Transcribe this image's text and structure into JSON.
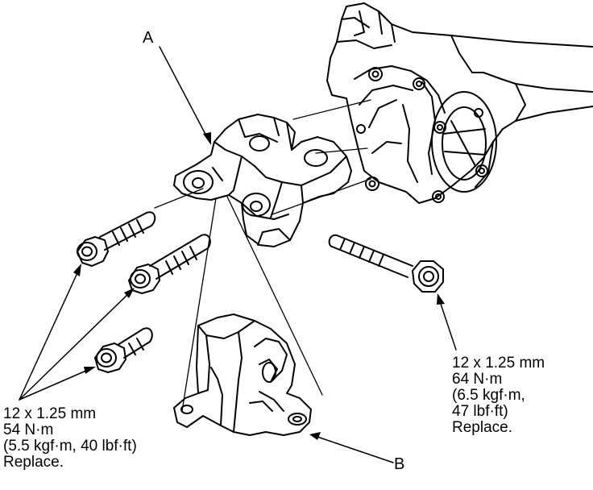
{
  "callouts": {
    "a": "A",
    "b": "B"
  },
  "left_bolts_spec": {
    "line1": "12 x 1.25 mm",
    "line2": "54 N·m",
    "line3": "(5.5 kgf·m, 40 lbf·ft)",
    "line4": "Replace."
  },
  "right_bolt_spec": {
    "line1": "12 x 1.25 mm",
    "line2": "64 N·m",
    "line3": "(6.5 kgf·m,",
    "line4": "47 lbf·ft)",
    "line5": "Replace."
  }
}
